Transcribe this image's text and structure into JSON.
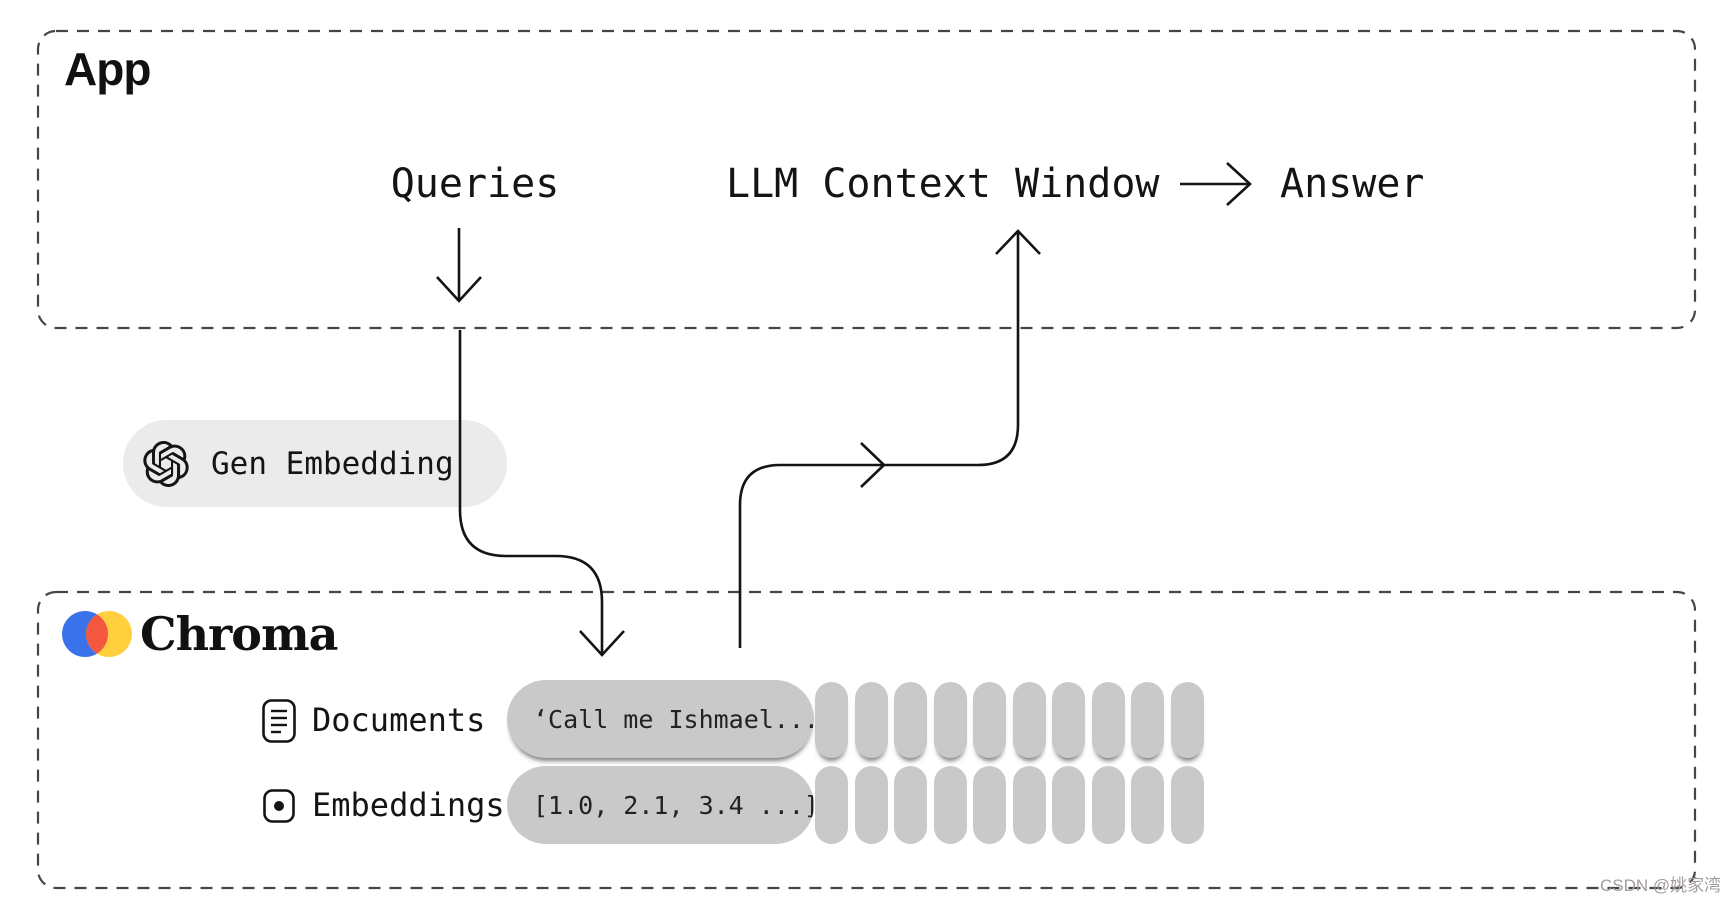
{
  "app_box": {
    "title": "App",
    "queries_label": "Queries",
    "llm_label": "LLM Context Window",
    "answer_label": "Answer"
  },
  "gen_embedding": {
    "label": "Gen Embedding",
    "icon": "openai-logo"
  },
  "chroma_box": {
    "title": "Chroma",
    "rows": [
      {
        "icon": "document-icon",
        "label": "Documents",
        "sample": "‘Call me Ishmael...",
        "capsule_count": 10
      },
      {
        "icon": "embedding-icon",
        "label": "Embeddings",
        "sample": "[1.0, 2.1, 3.4 ...]",
        "capsule_count": 10
      }
    ]
  },
  "watermark": "CSDN @姚家湾",
  "colors": {
    "pill_gray": "#c9c9c9",
    "pill_light": "#ebebeb",
    "line": "#141414",
    "border": "#454545",
    "chroma_blue": "#3a72ec",
    "chroma_yellow": "#ffcf3e",
    "chroma_red": "#f4573f"
  }
}
